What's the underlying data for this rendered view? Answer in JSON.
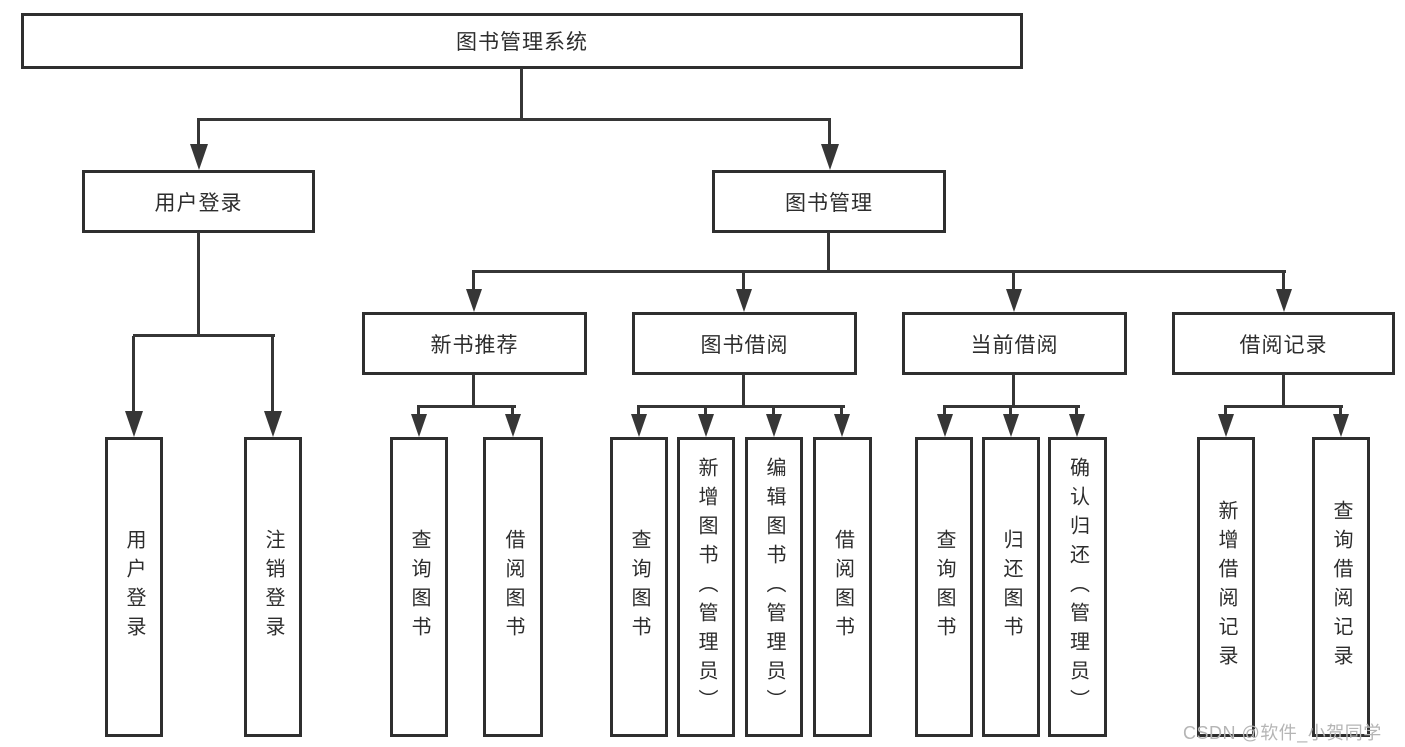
{
  "tree": {
    "root": "图书管理系统",
    "branches": [
      {
        "label": "用户登录",
        "children": [
          "用户登录",
          "注销登录"
        ]
      },
      {
        "label": "图书管理",
        "children": [
          {
            "label": "新书推荐",
            "children": [
              "查询图书",
              "借阅图书"
            ]
          },
          {
            "label": "图书借阅",
            "children": [
              "查询图书",
              "新增图书（管理员）",
              "编辑图书（管理员）",
              "借阅图书"
            ]
          },
          {
            "label": "当前借阅",
            "children": [
              "查询图书",
              "归还图书",
              "确认归还（管理员）"
            ]
          },
          {
            "label": "借阅记录",
            "children": [
              "新增借阅记录",
              "查询借阅记录"
            ]
          }
        ]
      }
    ]
  },
  "watermark": {
    "text": "CSDN @软件_小贺同学"
  },
  "colors": {
    "line": "#363636",
    "box_border": "#2f2f2f",
    "text": "#2d2d2d",
    "watermark": "#b5b5b5",
    "background": "#ffffff"
  }
}
